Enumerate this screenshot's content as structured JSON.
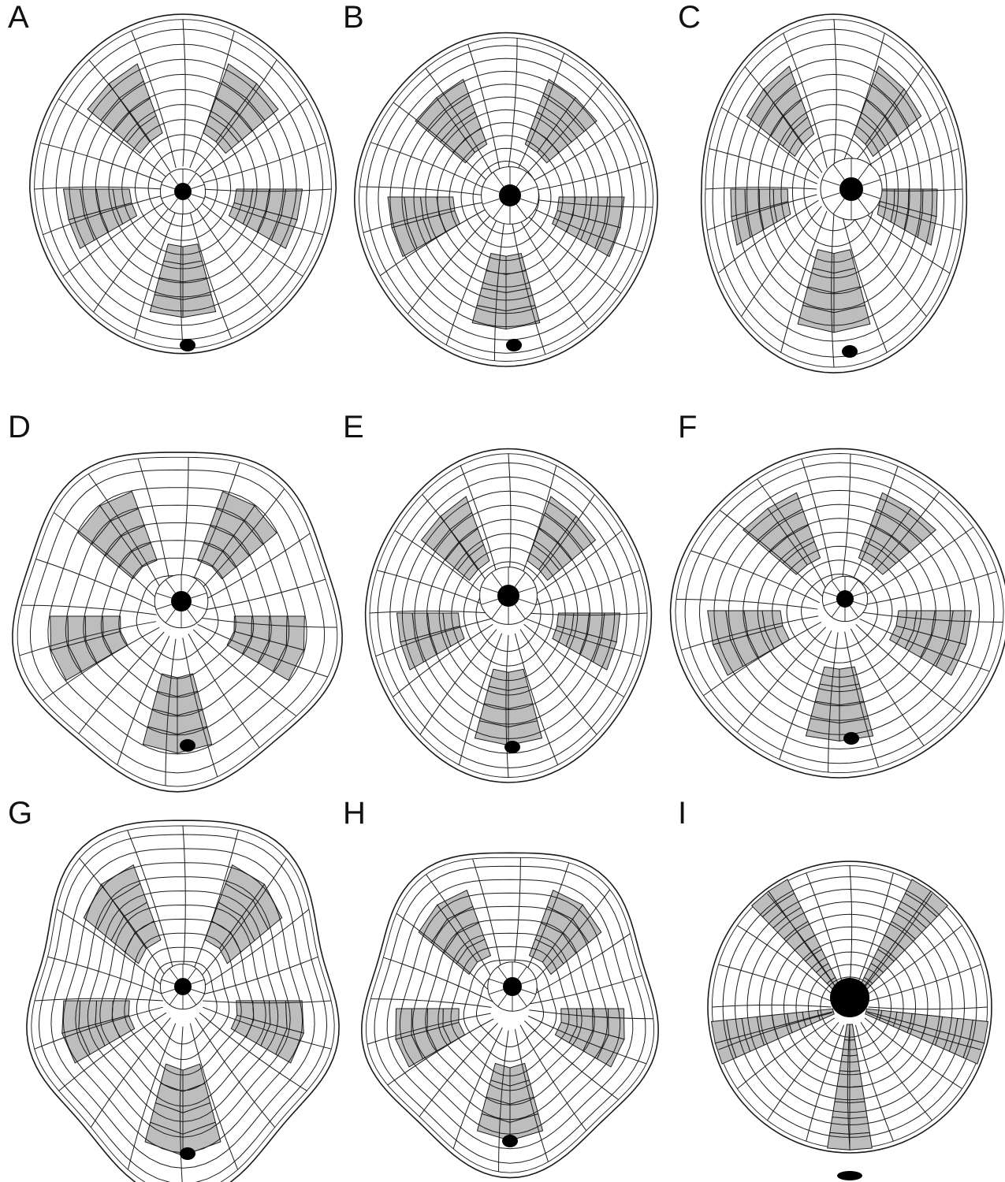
{
  "figure": {
    "panels": [
      {
        "label": "A"
      },
      {
        "label": "B"
      },
      {
        "label": "C"
      },
      {
        "label": "D"
      },
      {
        "label": "E"
      },
      {
        "label": "F"
      },
      {
        "label": "G"
      },
      {
        "label": "H"
      },
      {
        "label": "I"
      }
    ],
    "colors": {
      "outline": "#1a1a1a",
      "shaded_plates": "#bdbdbd",
      "unshaded_plates": "#ffffff",
      "peristome_periproct": "#000000"
    }
  }
}
